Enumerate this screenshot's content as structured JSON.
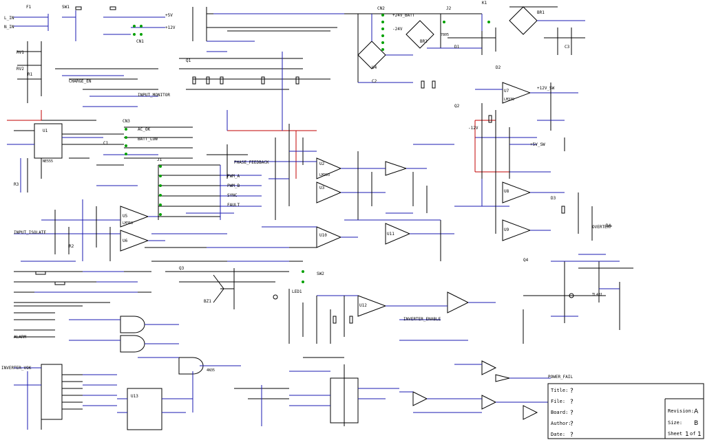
{
  "schematic": {
    "net_labels": [
      "L_IN",
      "N_IN",
      "+24V_BATT",
      "-24V",
      "+5V",
      "+12V",
      "-12V",
      "+12V_SW",
      "INPUT_ISOLATE",
      "INPUT_MONITOR",
      "PHASE_FEEDBACK",
      "AC_OK",
      "BATT_LOW",
      "INVERTER_VOK",
      "INVERTER_ENABLE",
      "POWER_FAIL",
      "ALARM",
      "CHARGE_EN",
      "PWM_A",
      "PWM_B",
      "SYNC",
      "FAULT",
      "OVERTEMP",
      "+5V_SW"
    ],
    "components": [
      "F1",
      "RV1",
      "RV2",
      "SW1",
      "K1",
      "BR1",
      "BR2",
      "U1",
      "U2",
      "U3",
      "U4",
      "U5",
      "U6",
      "U7",
      "U8",
      "U9",
      "U10",
      "U11",
      "U12",
      "U13",
      "Q1",
      "Q2",
      "Q3",
      "Q4",
      "D1",
      "D2",
      "D3",
      "D4",
      "C1",
      "C2",
      "C3",
      "R1",
      "R2",
      "R3",
      "LM393",
      "LM339",
      "NE555",
      "LM358",
      "7805",
      "TL431",
      "4N35",
      "BZ1",
      "LED1",
      "SW2"
    ],
    "connectors": [
      "CN1",
      "CN2",
      "CN3",
      "J1",
      "J2"
    ]
  },
  "title_block": {
    "title_label": "Title:",
    "title_value": "?",
    "file_label": "File:",
    "file_value": "?",
    "board_label": "Board:",
    "board_value": "?",
    "author_label": "Author:",
    "author_value": "?",
    "date_label": "Date:",
    "date_value": "?",
    "revision_label": "Revision:",
    "revision_value": "A",
    "size_label": "Size:",
    "size_value": "B",
    "sheet_label": "Sheet",
    "sheet_value": "1",
    "sheet_of_label": "of",
    "sheet_total": "1"
  },
  "colors": {
    "wire": "#1a1ab0",
    "power_rail": "#c00000",
    "component": "#000000",
    "connector": "#00a000"
  }
}
